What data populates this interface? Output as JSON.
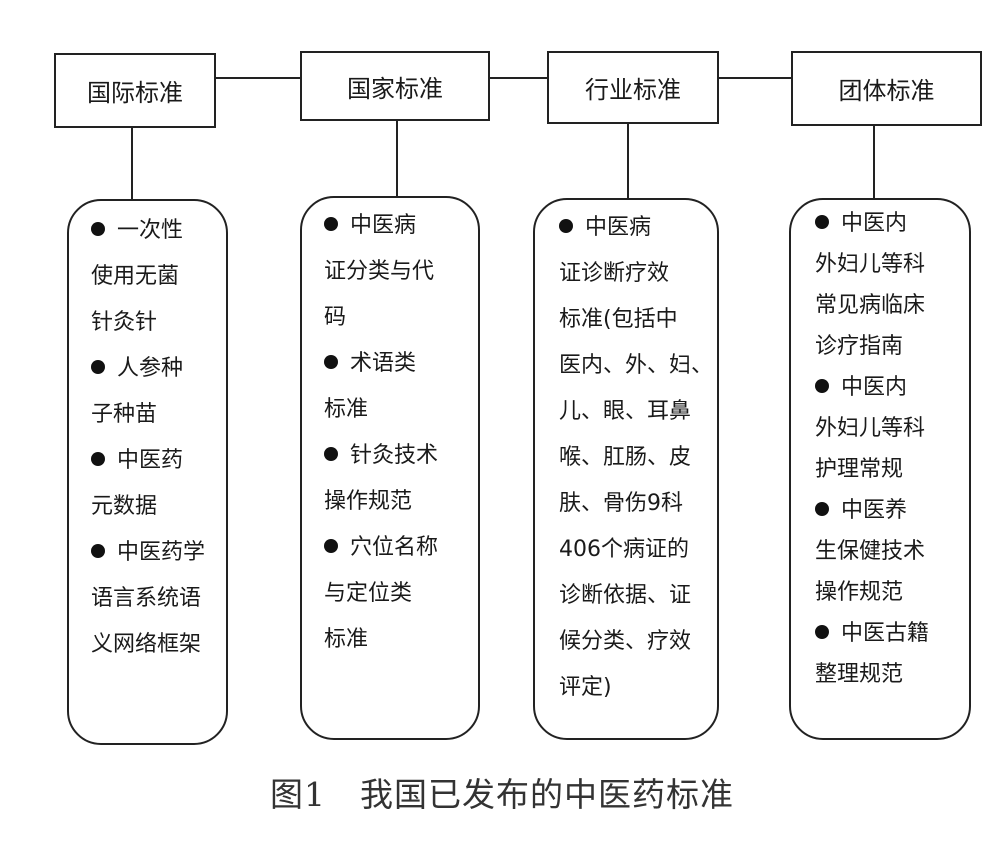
{
  "diagram": {
    "categories": [
      {
        "label": "国际标准",
        "items": [
          {
            "bullet": true,
            "text": "一次性"
          },
          {
            "bullet": false,
            "text": "使用无菌"
          },
          {
            "bullet": false,
            "text": "针灸针"
          },
          {
            "bullet": true,
            "text": "人参种"
          },
          {
            "bullet": false,
            "text": "子种苗"
          },
          {
            "bullet": true,
            "text": "中医药"
          },
          {
            "bullet": false,
            "text": "元数据"
          },
          {
            "bullet": true,
            "text": "中医药学"
          },
          {
            "bullet": false,
            "text": "语言系统语"
          },
          {
            "bullet": false,
            "text": "义网络框架"
          }
        ]
      },
      {
        "label": "国家标准",
        "items": [
          {
            "bullet": true,
            "text": "中医病"
          },
          {
            "bullet": false,
            "text": "证分类与代"
          },
          {
            "bullet": false,
            "text": "码"
          },
          {
            "bullet": true,
            "text": "术语类"
          },
          {
            "bullet": false,
            "text": "标准"
          },
          {
            "bullet": true,
            "text": "针灸技术"
          },
          {
            "bullet": false,
            "text": "操作规范"
          },
          {
            "bullet": true,
            "text": "穴位名称"
          },
          {
            "bullet": false,
            "text": "与定位类"
          },
          {
            "bullet": false,
            "text": "标准"
          }
        ]
      },
      {
        "label": "行业标准",
        "items": [
          {
            "bullet": true,
            "text": "中医病"
          },
          {
            "bullet": false,
            "text": "证诊断疗效"
          },
          {
            "bullet": false,
            "text": "标准(包括中"
          },
          {
            "bullet": false,
            "text": "医内、外、妇、"
          },
          {
            "bullet": false,
            "text": "儿、眼、耳鼻"
          },
          {
            "bullet": false,
            "text": "喉、肛肠、皮"
          },
          {
            "bullet": false,
            "text": "肤、骨伤9科"
          },
          {
            "bullet": false,
            "text": "406个病证的"
          },
          {
            "bullet": false,
            "text": "诊断依据、证"
          },
          {
            "bullet": false,
            "text": "候分类、疗效"
          },
          {
            "bullet": false,
            "text": "评定)"
          }
        ]
      },
      {
        "label": "团体标准",
        "items": [
          {
            "bullet": true,
            "text": "中医内"
          },
          {
            "bullet": false,
            "text": "外妇儿等科"
          },
          {
            "bullet": false,
            "text": "常见病临床"
          },
          {
            "bullet": false,
            "text": "诊疗指南"
          },
          {
            "bullet": true,
            "text": "中医内"
          },
          {
            "bullet": false,
            "text": "外妇儿等科"
          },
          {
            "bullet": false,
            "text": "护理常规"
          },
          {
            "bullet": true,
            "text": "中医养"
          },
          {
            "bullet": false,
            "text": "生保健技术"
          },
          {
            "bullet": false,
            "text": "操作规范"
          },
          {
            "bullet": true,
            "text": "中医古籍"
          },
          {
            "bullet": false,
            "text": "整理规范"
          }
        ]
      }
    ]
  },
  "caption": "图1　我国已发布的中医药标准"
}
